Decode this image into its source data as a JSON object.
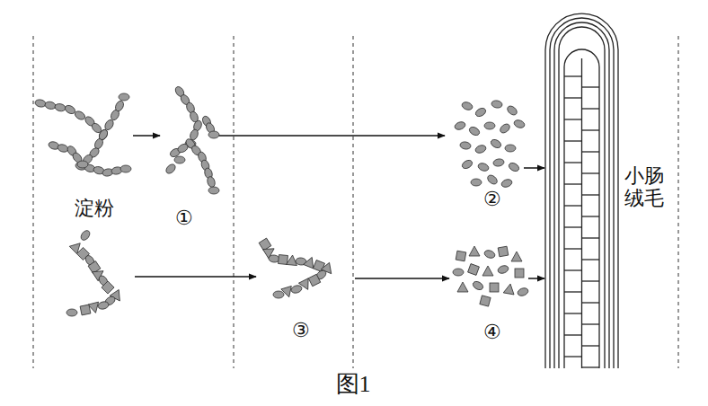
{
  "diagram": {
    "caption": "图1",
    "labels": [
      "淀粉",
      "①",
      "②",
      "③",
      "④",
      "小肠绒毛"
    ]
  }
}
